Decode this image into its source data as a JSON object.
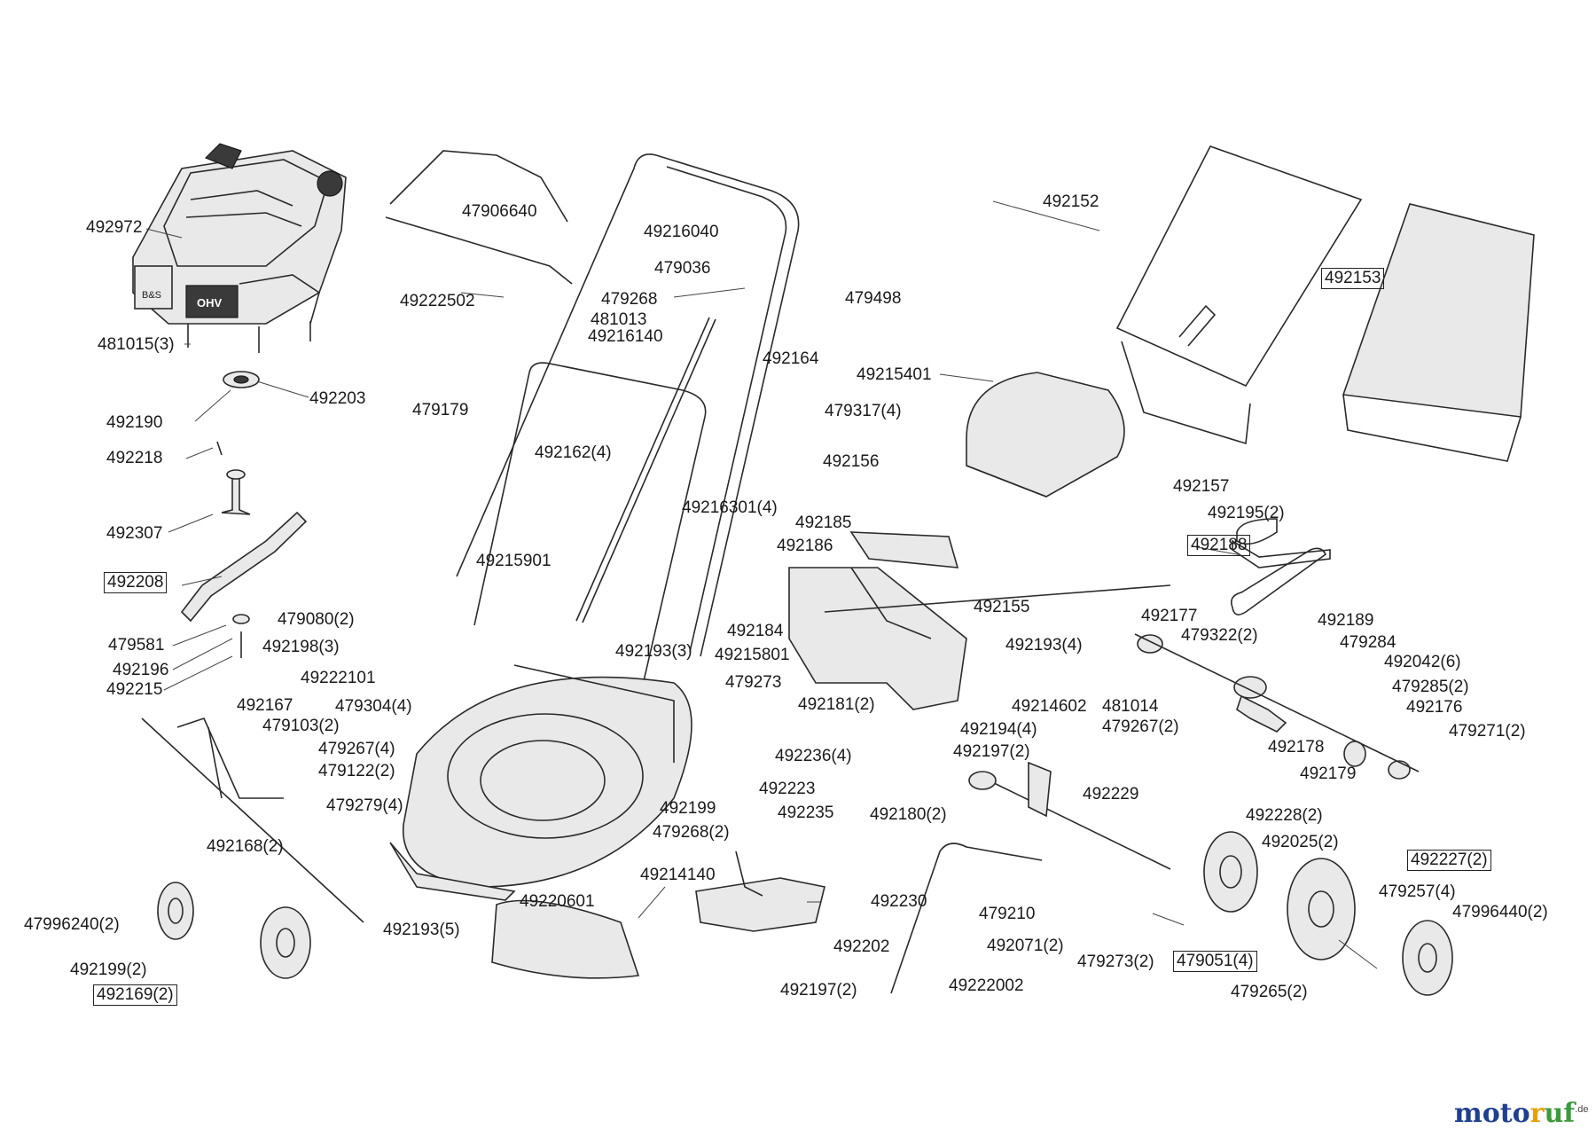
{
  "part_labels": [
    {
      "text": "492972",
      "boxed": false
    },
    {
      "text": "481015(3)",
      "boxed": false
    },
    {
      "text": "492203",
      "boxed": false
    },
    {
      "text": "492190",
      "boxed": false
    },
    {
      "text": "492218",
      "boxed": false
    },
    {
      "text": "492307",
      "boxed": false
    },
    {
      "text": "492208",
      "boxed": true
    },
    {
      "text": "479581",
      "boxed": false
    },
    {
      "text": "492196",
      "boxed": false
    },
    {
      "text": "492215",
      "boxed": false
    },
    {
      "text": "47906640",
      "boxed": false
    },
    {
      "text": "49222502",
      "boxed": false
    },
    {
      "text": "49216040",
      "boxed": false
    },
    {
      "text": "479036",
      "boxed": false
    },
    {
      "text": "479268",
      "boxed": false
    },
    {
      "text": "479498",
      "boxed": false
    },
    {
      "text": "481013",
      "boxed": false
    },
    {
      "text": "49216140",
      "boxed": false
    },
    {
      "text": "492164",
      "boxed": false
    },
    {
      "text": "479179",
      "boxed": false
    },
    {
      "text": "492162(4)",
      "boxed": false
    },
    {
      "text": "479317(4)",
      "boxed": false
    },
    {
      "text": "49216301(4)",
      "boxed": false
    },
    {
      "text": "492152",
      "boxed": false
    },
    {
      "text": "492153",
      "boxed": true
    },
    {
      "text": "49215401",
      "boxed": false
    },
    {
      "text": "492156",
      "boxed": false
    },
    {
      "text": "492157",
      "boxed": false
    },
    {
      "text": "492195(2)",
      "boxed": false
    },
    {
      "text": "492188",
      "boxed": true
    },
    {
      "text": "492185",
      "boxed": false
    },
    {
      "text": "492186",
      "boxed": false
    },
    {
      "text": "492155",
      "boxed": false
    },
    {
      "text": "49215901",
      "boxed": false
    },
    {
      "text": "479080(2)",
      "boxed": false
    },
    {
      "text": "492198(3)",
      "boxed": false
    },
    {
      "text": "49222101",
      "boxed": false
    },
    {
      "text": "479304(4)",
      "boxed": false
    },
    {
      "text": "492193(3)",
      "boxed": false
    },
    {
      "text": "492184",
      "boxed": false
    },
    {
      "text": "49215801",
      "boxed": false
    },
    {
      "text": "479273",
      "boxed": false
    },
    {
      "text": "492181(2)",
      "boxed": false
    },
    {
      "text": "492236(4)",
      "boxed": false
    },
    {
      "text": "492223",
      "boxed": false
    },
    {
      "text": "492199",
      "boxed": false
    },
    {
      "text": "492235",
      "boxed": false
    },
    {
      "text": "479268(2)",
      "boxed": false
    },
    {
      "text": "49214140",
      "boxed": false
    },
    {
      "text": "49220601",
      "boxed": false
    },
    {
      "text": "492193(5)",
      "boxed": false
    },
    {
      "text": "492167",
      "boxed": false
    },
    {
      "text": "479103(2)",
      "boxed": false
    },
    {
      "text": "479267(4)",
      "boxed": false
    },
    {
      "text": "479122(2)",
      "boxed": false
    },
    {
      "text": "479279(4)",
      "boxed": false
    },
    {
      "text": "492168(2)",
      "boxed": false
    },
    {
      "text": "47996240(2)",
      "boxed": false
    },
    {
      "text": "492199(2)",
      "boxed": false
    },
    {
      "text": "492169(2)",
      "boxed": true
    },
    {
      "text": "492193(4)",
      "boxed": false
    },
    {
      "text": "492194(4)",
      "boxed": false
    },
    {
      "text": "49214602",
      "boxed": false
    },
    {
      "text": "481014",
      "boxed": false
    },
    {
      "text": "479267(2)",
      "boxed": false
    },
    {
      "text": "492197(2)",
      "boxed": false
    },
    {
      "text": "492180(2)",
      "boxed": false
    },
    {
      "text": "492229",
      "boxed": false
    },
    {
      "text": "492230",
      "boxed": false
    },
    {
      "text": "492202",
      "boxed": false
    },
    {
      "text": "492197(2)",
      "boxed": false
    },
    {
      "text": "479210",
      "boxed": false
    },
    {
      "text": "492071(2)",
      "boxed": false
    },
    {
      "text": "479273(2)",
      "boxed": false
    },
    {
      "text": "49222002",
      "boxed": false
    },
    {
      "text": "492177",
      "boxed": false
    },
    {
      "text": "479322(2)",
      "boxed": false
    },
    {
      "text": "492189",
      "boxed": false
    },
    {
      "text": "479284",
      "boxed": false
    },
    {
      "text": "492042(6)",
      "boxed": false
    },
    {
      "text": "479285(2)",
      "boxed": false
    },
    {
      "text": "492176",
      "boxed": false
    },
    {
      "text": "479271(2)",
      "boxed": false
    },
    {
      "text": "492178",
      "boxed": false
    },
    {
      "text": "492179",
      "boxed": false
    },
    {
      "text": "492228(2)",
      "boxed": false
    },
    {
      "text": "492025(2)",
      "boxed": false
    },
    {
      "text": "492227(2)",
      "boxed": true
    },
    {
      "text": "479257(4)",
      "boxed": false
    },
    {
      "text": "47996440(2)",
      "boxed": false
    },
    {
      "text": "479051(4)",
      "boxed": true
    },
    {
      "text": "479265(2)",
      "boxed": false
    }
  ],
  "watermark": {
    "prefix": "moto",
    "accent": "r",
    "suffix": "uf",
    "tld": ".de"
  },
  "colors": {
    "line": "#2a2a2a",
    "watermark_blue": "#1f3f8f",
    "watermark_accent": "#e8a000",
    "watermark_green": "#3c9a3c"
  }
}
